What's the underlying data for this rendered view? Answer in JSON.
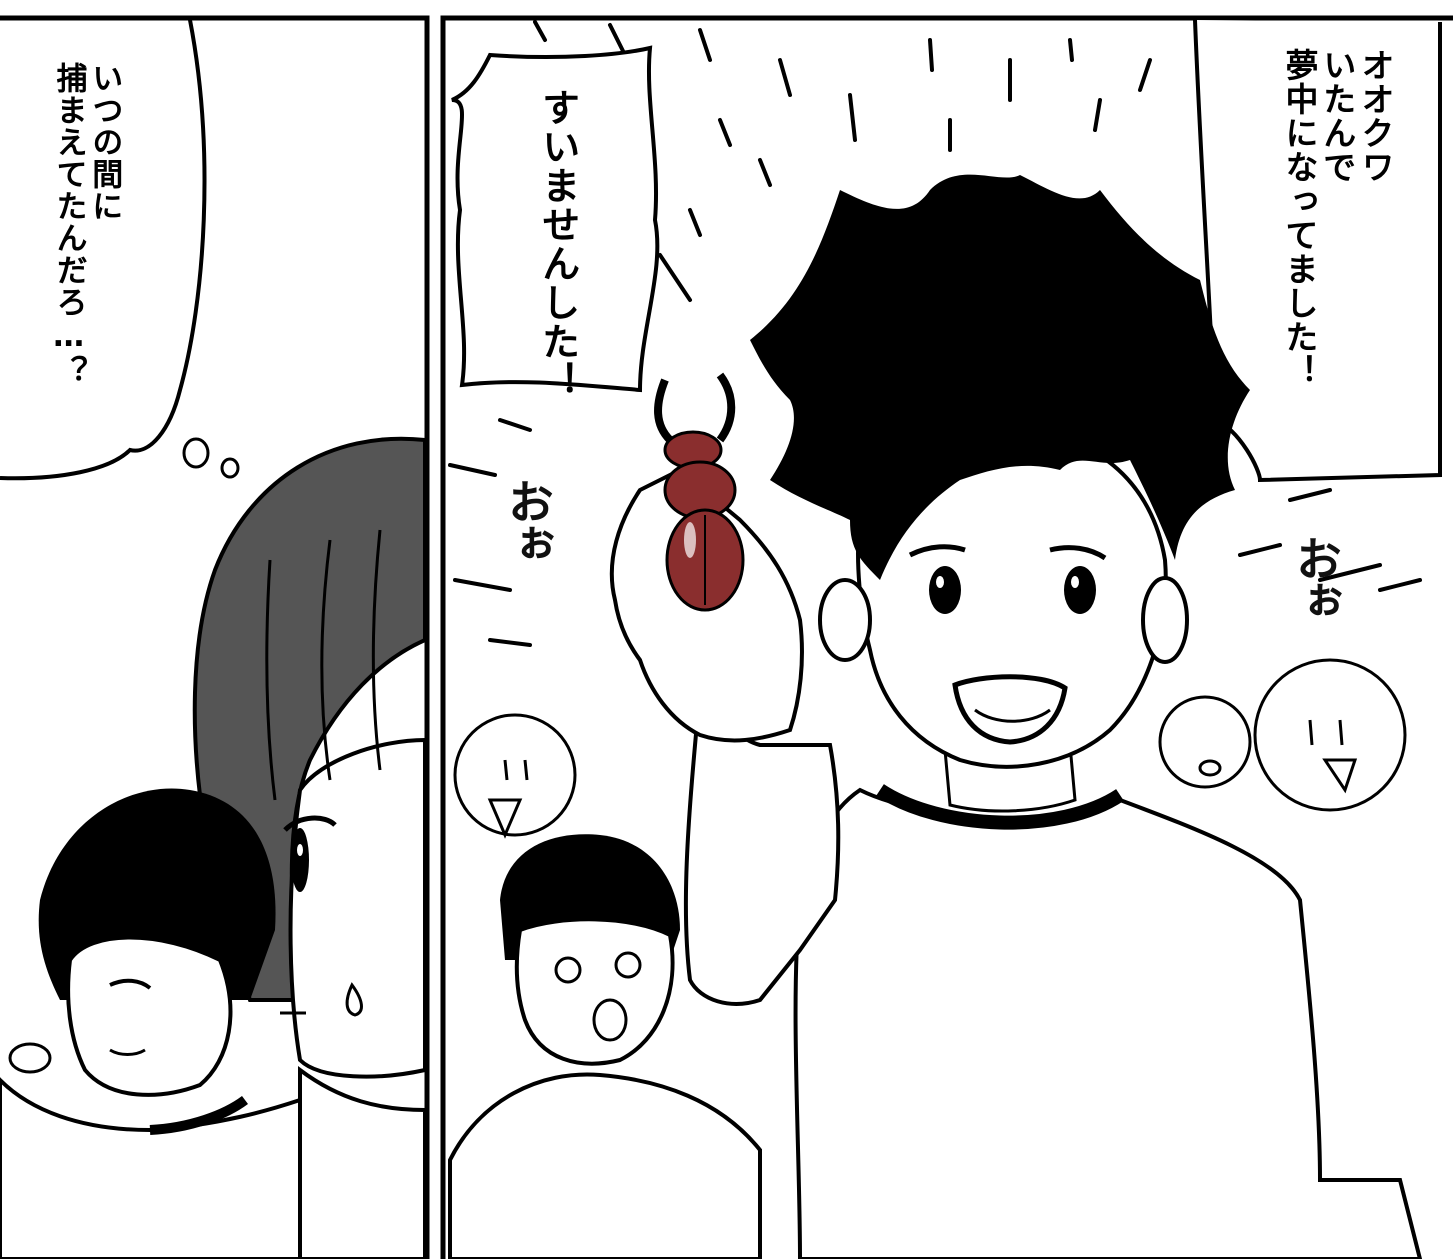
{
  "panels": {
    "left": {
      "thought": "いつの間に\n捕まえてたんだろ…？"
    },
    "right": {
      "shout_box": "すいませんした！",
      "speech": "オオクワ\nいたんで\n夢中になってました！",
      "sfx_left": "おぉ",
      "sfx_right": "おぉ"
    }
  },
  "colors": {
    "ink": "#000000",
    "paper": "#ffffff",
    "hair_gray": "#555555",
    "beetle": "#8a2e2e"
  }
}
